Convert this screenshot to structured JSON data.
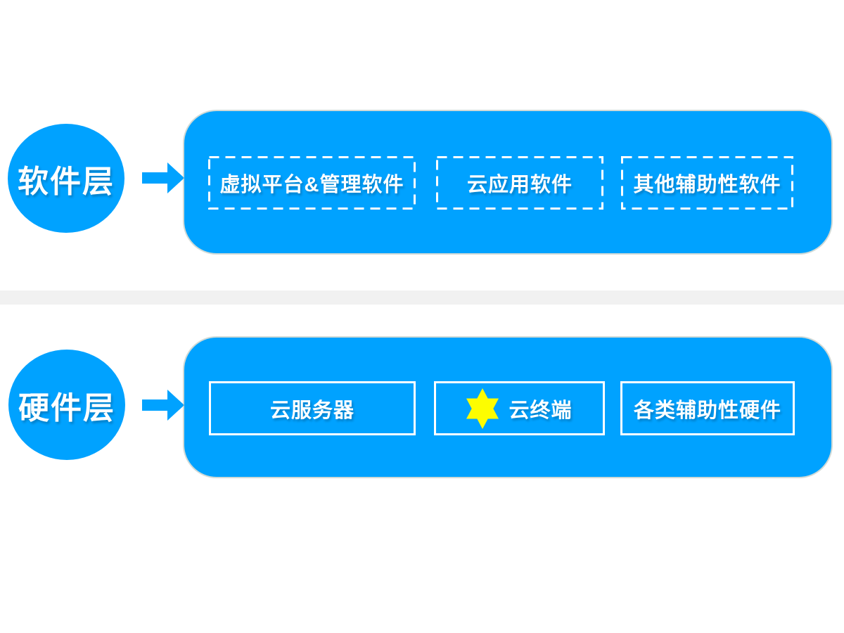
{
  "colors": {
    "primary_blue": "#00a2ff",
    "star_yellow": "#fdfd00",
    "divider_gray": "#f1f1f1",
    "text_white": "#ffffff",
    "page_background": "#ffffff"
  },
  "software_layer": {
    "circle_label": "软件层",
    "items": [
      {
        "label": "虚拟平台&管理软件"
      },
      {
        "label": "云应用软件"
      },
      {
        "label": "其他辅助性软件"
      }
    ]
  },
  "hardware_layer": {
    "circle_label": "硬件层",
    "items": [
      {
        "label": "云服务器"
      },
      {
        "label": "云终端",
        "icon": "six-pointed-star-icon"
      },
      {
        "label": "各类辅助性硬件"
      }
    ]
  }
}
